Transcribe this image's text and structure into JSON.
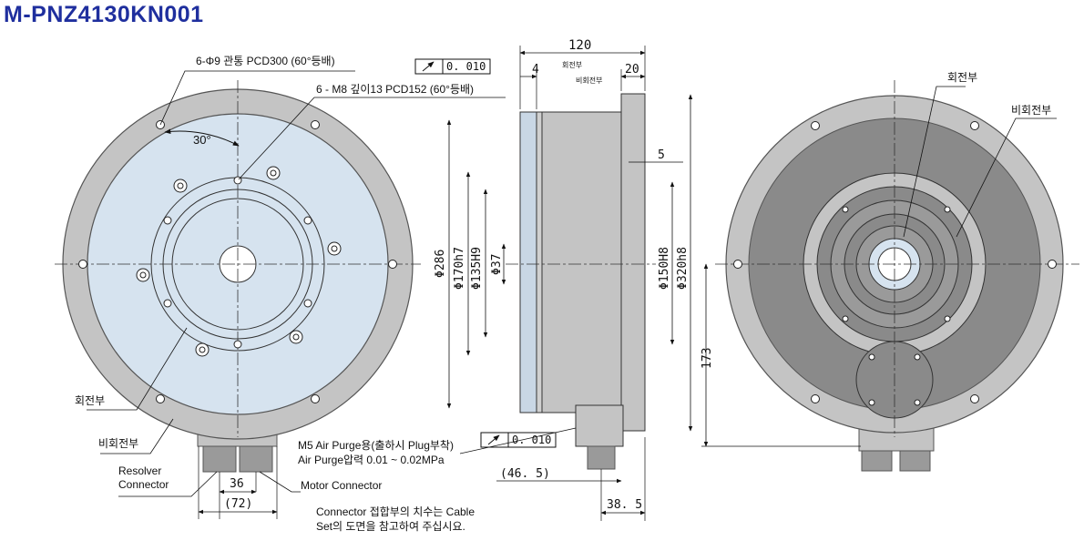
{
  "title": "M-PNZ4130KN001",
  "front": {
    "note_holes": "6-Φ9 관통 PCD300 (60°등배)",
    "note_tapped": "6 - M8 깊이13 PCD152 (60°등배)",
    "angle": "30°",
    "rotating": "회전부",
    "stationary": "비회전부",
    "resolver_line1": "Resolver",
    "resolver_line2": "Connector",
    "motor_connector": "Motor Connector",
    "dim_36": "36",
    "dim_72": "(72)"
  },
  "side": {
    "dim_120": "120",
    "dim_4": "4",
    "dim_20": "20",
    "dim_5": "5",
    "tol_top": "0. 010",
    "tol_bottom": "0. 010",
    "rotating_small": "회전부",
    "stationary_small": "비회전부",
    "phi286": "Φ286",
    "phi170": "Φ170h7",
    "phi135": "Φ135H9",
    "phi37": "Φ37",
    "phi150": "Φ150H8",
    "phi320": "Φ320h8",
    "dim_465": "(46. 5)",
    "dim_385": "38. 5",
    "air_line1": "M5 Air Purge용(출하시 Plug부착)",
    "air_line2": "Air Purge압력 0.01 ~ 0.02MPa",
    "cable_line1": "Connector 접합부의 치수는 Cable",
    "cable_line2": "Set의 도면을 참고하여 주십시요."
  },
  "rear": {
    "rotating": "회전부",
    "stationary": "비회전부",
    "dim_173": "173"
  }
}
